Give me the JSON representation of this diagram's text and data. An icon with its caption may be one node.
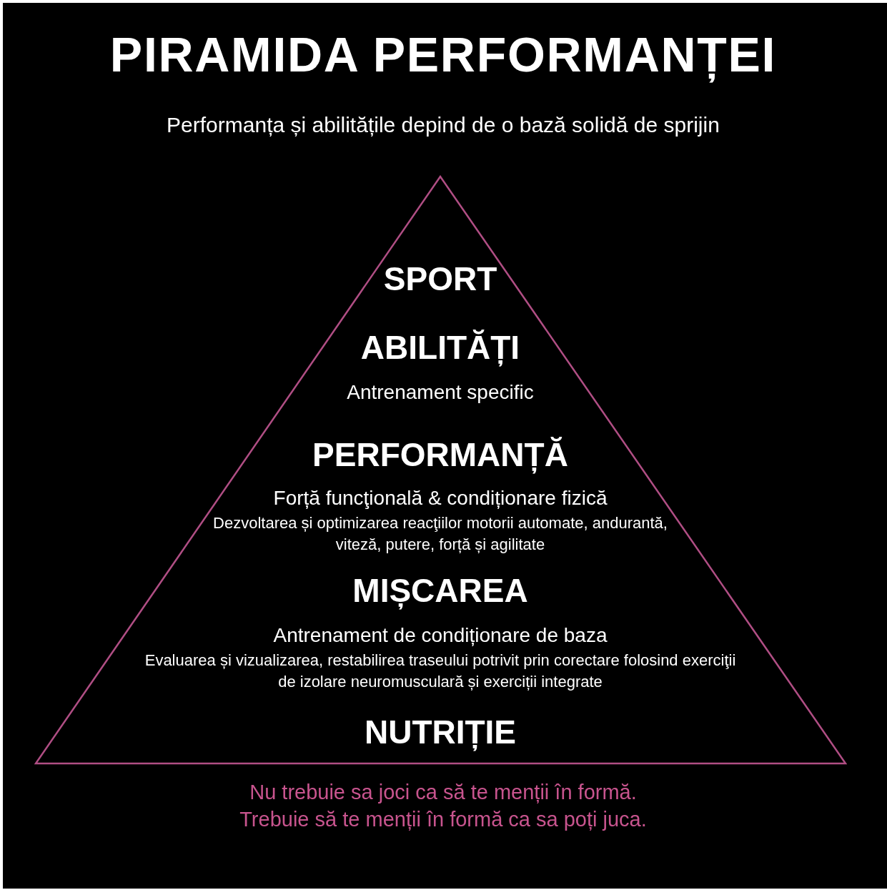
{
  "diagram": {
    "title": "PIRAMIDA PERFORMANȚEI",
    "nodes": [
      {
        "text": [
          "SPORT",
          "ABILITĂȚI",
          "Antrenament specific",
          "PERFORMANȚĂ",
          "Forță funcţională & condiționare fizică",
          "Dezvoltarea și optimizarea reacţiilor motorii automate, andurantă, viteză, putere, forță și agilitate",
          "MIȘCAREA",
          "Antrenament de condiționare de baza",
          "Evaluarea și vizualizarea, restabilirea traseului potrivit prin corectare folosind exerciţii de izolare neuromusculară și exerciții integrate",
          "NUTRIȚIE"
        ]
      }
    ],
    "labels": [
      "Performanța și abilitățile depind de o bază solidă de sprijin",
      "Nu trebuie sa joci ca să te menții în formă.",
      "Trebuie să te menții în formă ca sa poți juca."
    ]
  }
}
